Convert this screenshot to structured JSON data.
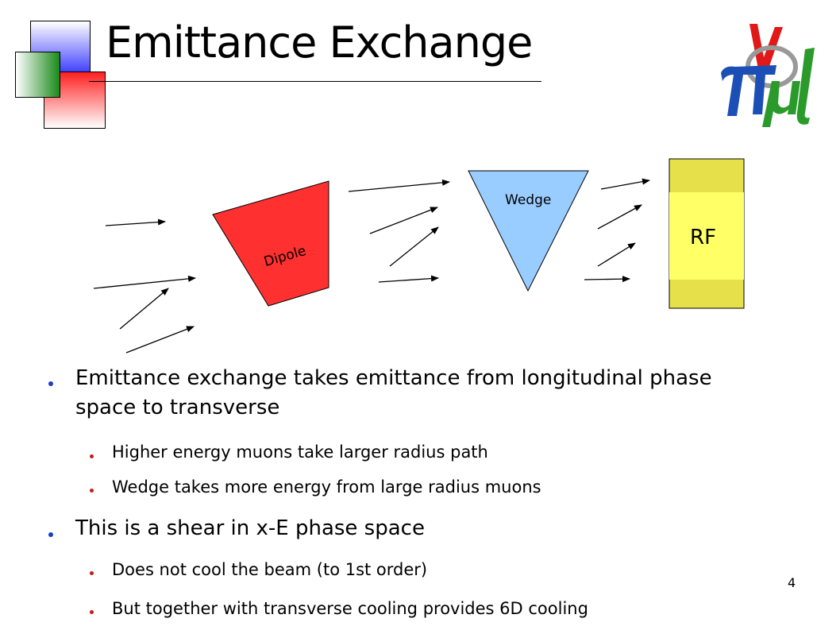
{
  "slide": {
    "title": "Emittance Exchange",
    "page_number": "4"
  },
  "diagram": {
    "dipole_label": "Dipole",
    "wedge_label": "Wedge",
    "rf_label": "RF",
    "colors": {
      "dipole": "#ff3030",
      "wedge": "#99ccff",
      "rf_outer": "#e6e04a",
      "rf_inner": "#ffff66"
    }
  },
  "bullets": [
    {
      "level": 1,
      "text": "Emittance exchange takes emittance from longitudinal phase"
    },
    {
      "level": 1,
      "text": "space to transverse",
      "continuation": true
    },
    {
      "level": 2,
      "text": "Higher energy muons take larger radius path"
    },
    {
      "level": 2,
      "text": "Wedge takes more energy from large radius muons"
    },
    {
      "level": 1,
      "text": "This is a shear in x-E phase space"
    },
    {
      "level": 2,
      "text": "Does not cool the beam (to 1st order)"
    },
    {
      "level": 2,
      "text": "But together with transverse cooling provides 6D cooling"
    }
  ],
  "icons": {
    "logo": "mucool-logo-icon",
    "deco": "decorative-squares-icon"
  }
}
